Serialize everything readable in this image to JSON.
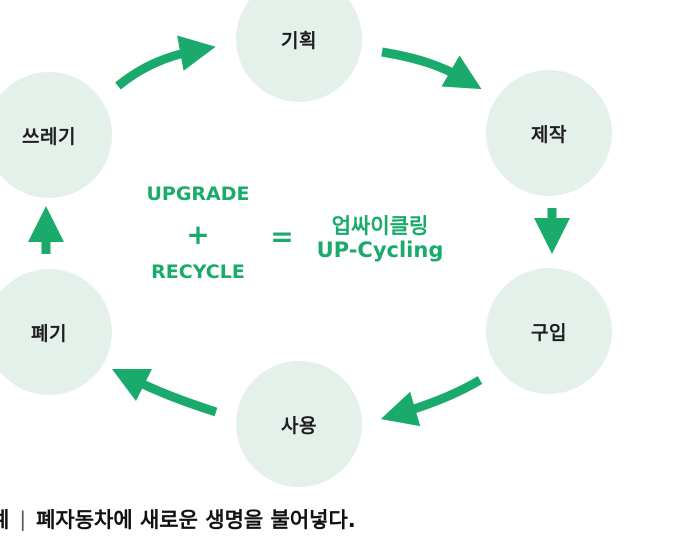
{
  "colors": {
    "accent": "#1aaa6c",
    "node_bg": "#e4f0ea",
    "text": "#1e1e1e"
  },
  "cycle": {
    "nodes": [
      {
        "id": "plan",
        "label": "기획"
      },
      {
        "id": "make",
        "label": "제작"
      },
      {
        "id": "buy",
        "label": "구입"
      },
      {
        "id": "use",
        "label": "사용"
      },
      {
        "id": "discard",
        "label": "폐기"
      },
      {
        "id": "trash",
        "label": "쓰레기"
      }
    ]
  },
  "formula": {
    "term1": "UPGRADE",
    "plus": "+",
    "term2": "RECYCLE",
    "equals": "=",
    "result_ko": "업싸이클링",
    "result_en": "UP-Cycling"
  },
  "caption": {
    "prefix": "예",
    "separator": "|",
    "text": "폐자동차에 새로운 생명을 불어넣다."
  }
}
